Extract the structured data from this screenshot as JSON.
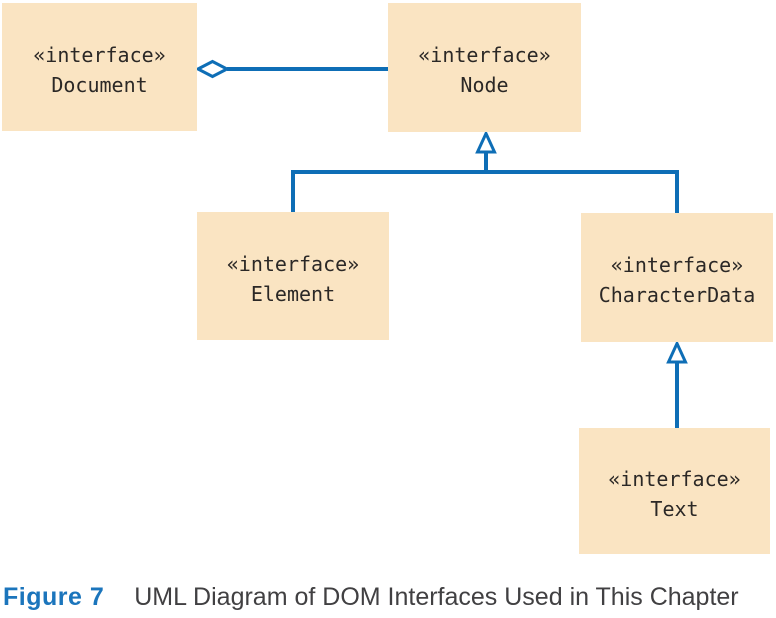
{
  "boxes": {
    "document": {
      "stereotype": "«interface»",
      "name": "Document"
    },
    "node": {
      "stereotype": "«interface»",
      "name": "Node"
    },
    "element": {
      "stereotype": "«interface»",
      "name": "Element"
    },
    "characterdata": {
      "stereotype": "«interface»",
      "name": "CharacterData"
    },
    "text": {
      "stereotype": "«interface»",
      "name": "Text"
    }
  },
  "connectors": [
    {
      "type": "aggregation",
      "from": "Document",
      "to": "Node",
      "icon": "hollow-diamond"
    },
    {
      "type": "inheritance",
      "from": "Element",
      "to": "Node",
      "icon": "hollow-triangle"
    },
    {
      "type": "inheritance",
      "from": "CharacterData",
      "to": "Node",
      "icon": "hollow-triangle"
    },
    {
      "type": "inheritance",
      "from": "Text",
      "to": "CharacterData",
      "icon": "hollow-triangle"
    }
  ],
  "caption": {
    "label": "Figure 7",
    "text": "UML Diagram of DOM Interfaces Used in This Chapter"
  },
  "colors": {
    "box_fill": "#fae4c2",
    "box_text": "#2b2826",
    "line_blue": "#0e6eb6",
    "caption_label_blue": "#1b75bc",
    "caption_text": "#414042",
    "background": "#ffffff"
  }
}
